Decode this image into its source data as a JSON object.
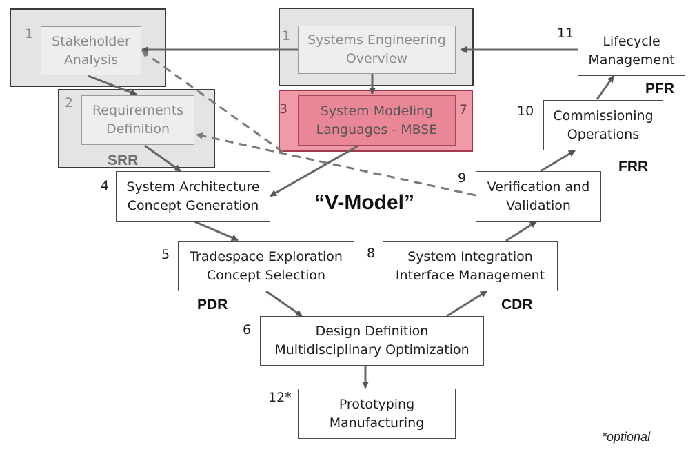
{
  "diagram": {
    "title": "“V-Model”",
    "footnote": "*optional",
    "boxes": {
      "stakeholder": {
        "number": "1",
        "label": "Stakeholder\nAnalysis"
      },
      "se_overview": {
        "number": "1",
        "label": "Systems Engineering\nOverview"
      },
      "lifecycle": {
        "number": "11",
        "label": "Lifecycle\nManagement"
      },
      "requirements": {
        "number": "2",
        "label": "Requirements\nDefinition"
      },
      "mbse": {
        "number_left": "3",
        "number_right": "7",
        "label": "System Modeling\nLanguages - MBSE"
      },
      "commissioning": {
        "number": "10",
        "label": "Commissioning\nOperations"
      },
      "architecture": {
        "number": "4",
        "label": "System Architecture\nConcept Generation"
      },
      "verification": {
        "number": "9",
        "label": "Verification and\nValidation"
      },
      "tradespace": {
        "number": "5",
        "label": "Tradespace Exploration\nConcept Selection"
      },
      "integration": {
        "number": "8",
        "label": "System Integration\nInterface Management"
      },
      "design": {
        "number": "6",
        "label": "Design Definition\nMultidisciplinary Optimization"
      },
      "prototyping": {
        "number": "12*",
        "label": "Prototyping\nManufacturing"
      }
    },
    "reviews": {
      "srr": "SRR",
      "pdr": "PDR",
      "cdr": "CDR",
      "frr": "FRR",
      "pfr": "PFR"
    }
  }
}
